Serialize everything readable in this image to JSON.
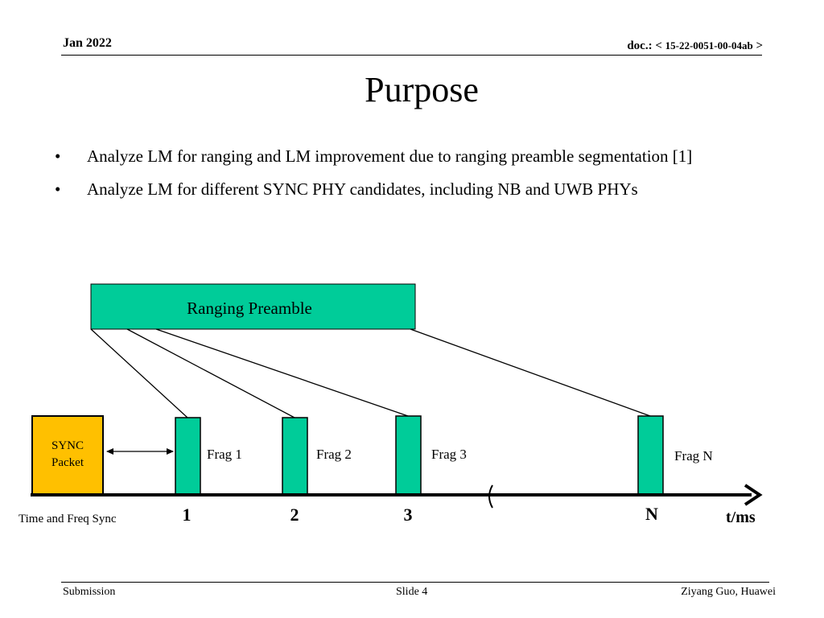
{
  "header": {
    "date": "Jan 2022",
    "doc_label": "doc.: <",
    "doc_number": "15-22-0051-00-04ab",
    "doc_close": ">"
  },
  "title": "Purpose",
  "bullets": [
    "Analyze LM for ranging and LM improvement due to ranging preamble segmentation [1]",
    "Analyze LM for different SYNC PHY candidates, including NB and UWB PHYs"
  ],
  "diagram": {
    "preamble_label": "Ranging Preamble",
    "sync_box": [
      "SYNC",
      "Packet"
    ],
    "sync_caption": "Time and Freq Sync",
    "fragments": [
      {
        "label": "Frag 1",
        "tick": "1"
      },
      {
        "label": "Frag 2",
        "tick": "2"
      },
      {
        "label": "Frag 3",
        "tick": "3"
      },
      {
        "label": "Frag N",
        "tick": "N"
      }
    ],
    "axis_label": "t/ms",
    "colors": {
      "fragment_fill": "#00CC99",
      "sync_fill": "#FFC000",
      "outline": "#000000"
    }
  },
  "footer": {
    "left": "Submission",
    "center": "Slide 4",
    "right": "Ziyang Guo, Huawei"
  }
}
